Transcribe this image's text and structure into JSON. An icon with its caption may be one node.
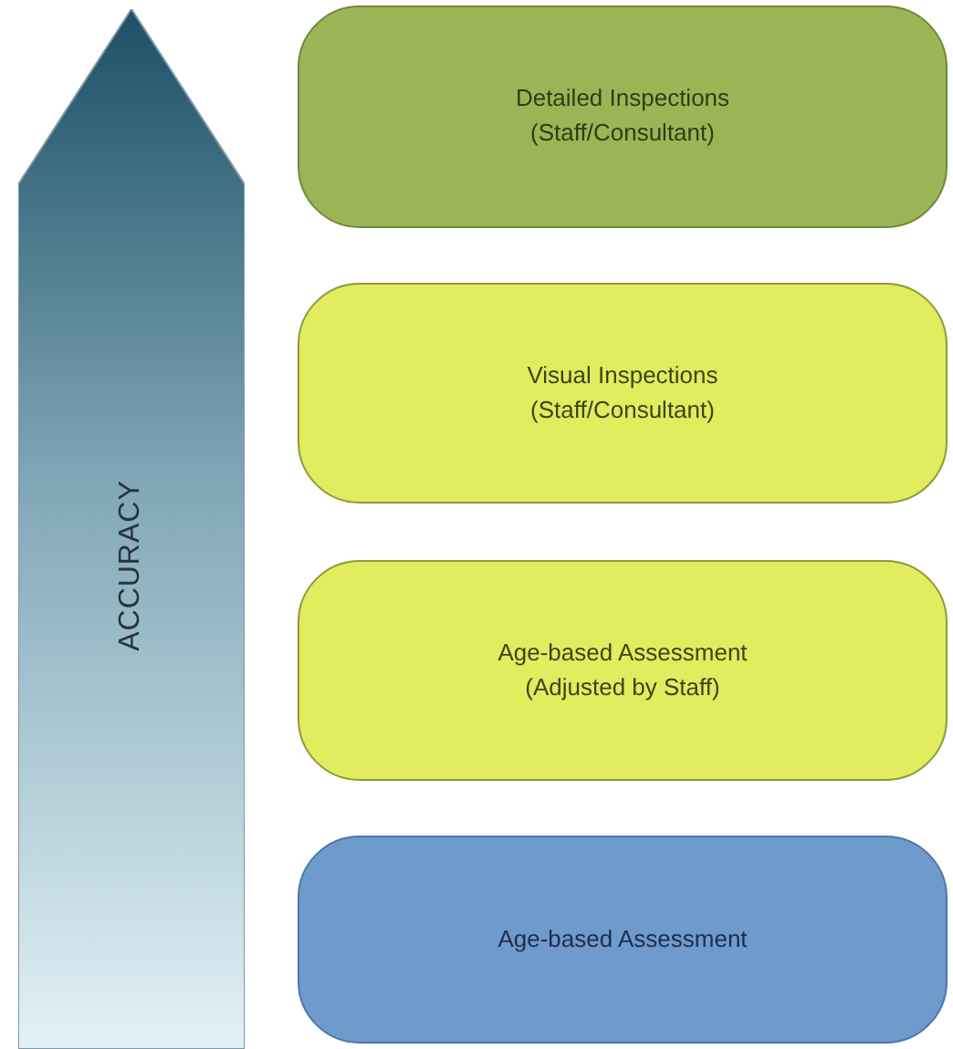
{
  "diagram": {
    "nodes": [
      {
        "text": [
          "ACCURACY"
        ]
      },
      {
        "text": [
          "Detailed Inspections (Staff/Consultant)"
        ]
      },
      {
        "text": [
          "Visual Inspections (Staff/Consultant)"
        ]
      },
      {
        "text": [
          "Age-based Assessment (Adjusted by Staff)"
        ]
      },
      {
        "text": [
          "Age-based Assessment"
        ]
      }
    ]
  }
}
